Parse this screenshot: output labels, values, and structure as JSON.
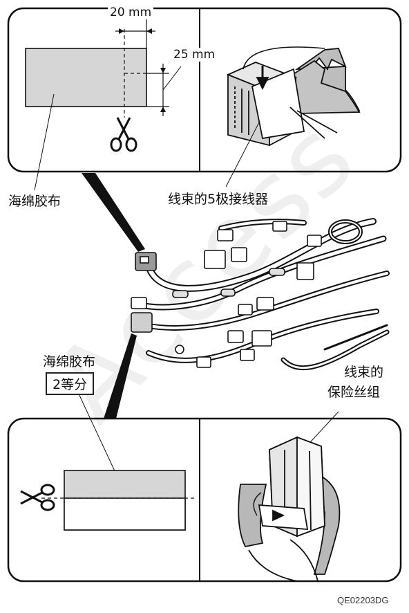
{
  "watermark": "Access",
  "top_panel": {
    "dim_width": "20 mm",
    "dim_height": "25 mm",
    "tape_label": "海绵胶布",
    "connector_label": "线束的5极接线器"
  },
  "middle": {
    "tape_label": "海绵胶布",
    "divide_label": "2等分",
    "fuse_label_line1": "线束的",
    "fuse_label_line2": "保险丝组"
  },
  "figure_code": "QE02203DG"
}
